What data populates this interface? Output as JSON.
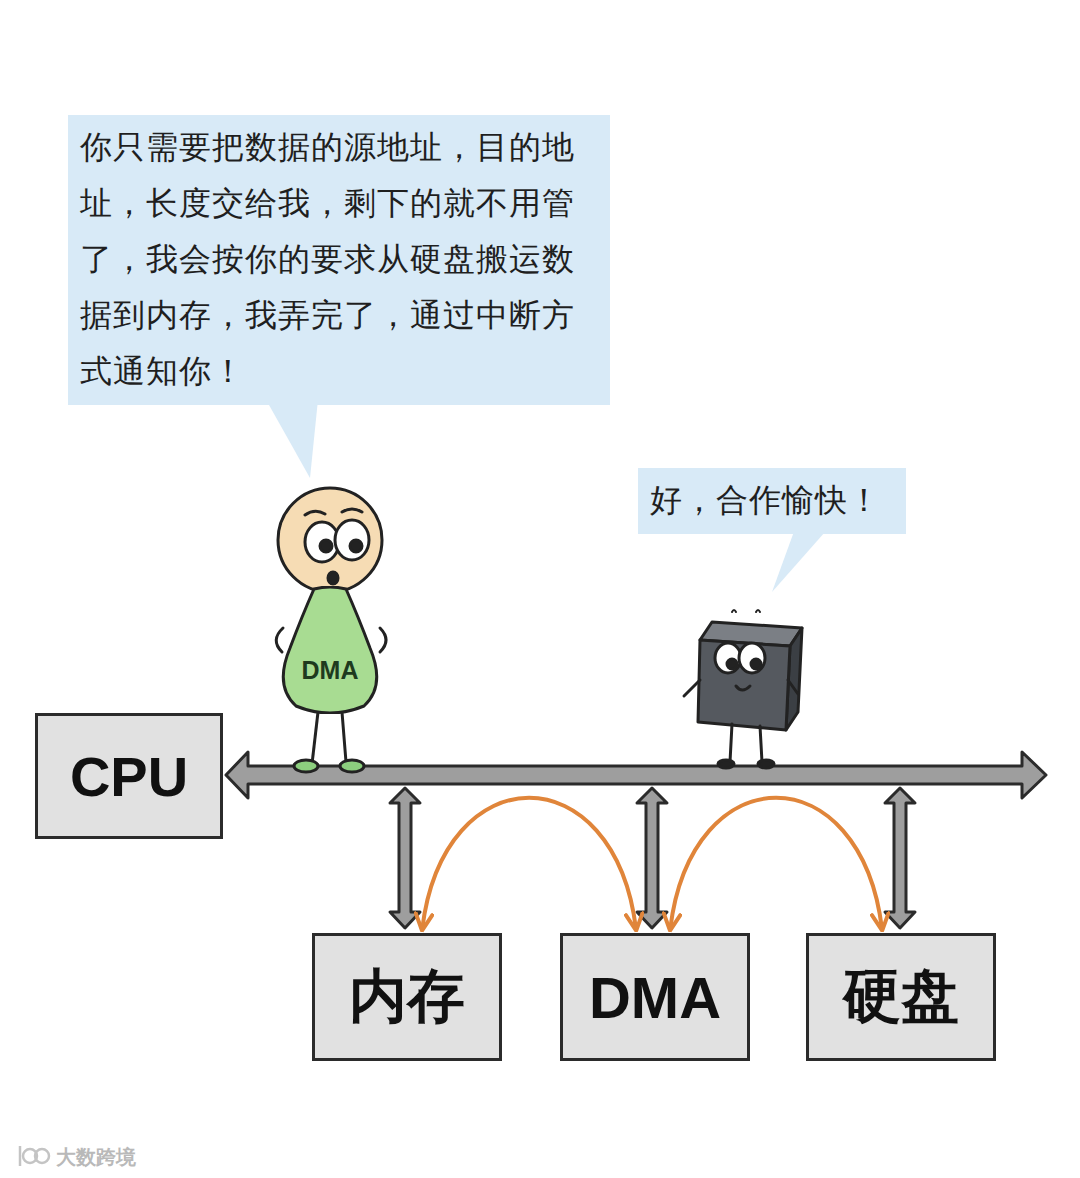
{
  "diagram": {
    "nodes": [
      {
        "text": [
          "你只需要把数据的源地址，目的地址，长度交给我，剩下的就不用管了，我会按你的要求从硬盘搬运数据到内存，我弄完了，通过中断方式通知你！"
        ]
      },
      {
        "text": [
          "好，合作愉快！"
        ]
      },
      {
        "text": [
          "DMA"
        ]
      },
      {
        "text": [
          "CPU"
        ]
      },
      {
        "text": [
          "内存"
        ]
      },
      {
        "text": [
          "DMA"
        ]
      },
      {
        "text": [
          "硬盘"
        ]
      }
    ],
    "edges": [
      {
        "from": 5,
        "to": 4,
        "arrow": "both"
      },
      {
        "from": 6,
        "to": 5,
        "arrow": "both"
      }
    ],
    "labels": [
      "大数跨境"
    ]
  }
}
